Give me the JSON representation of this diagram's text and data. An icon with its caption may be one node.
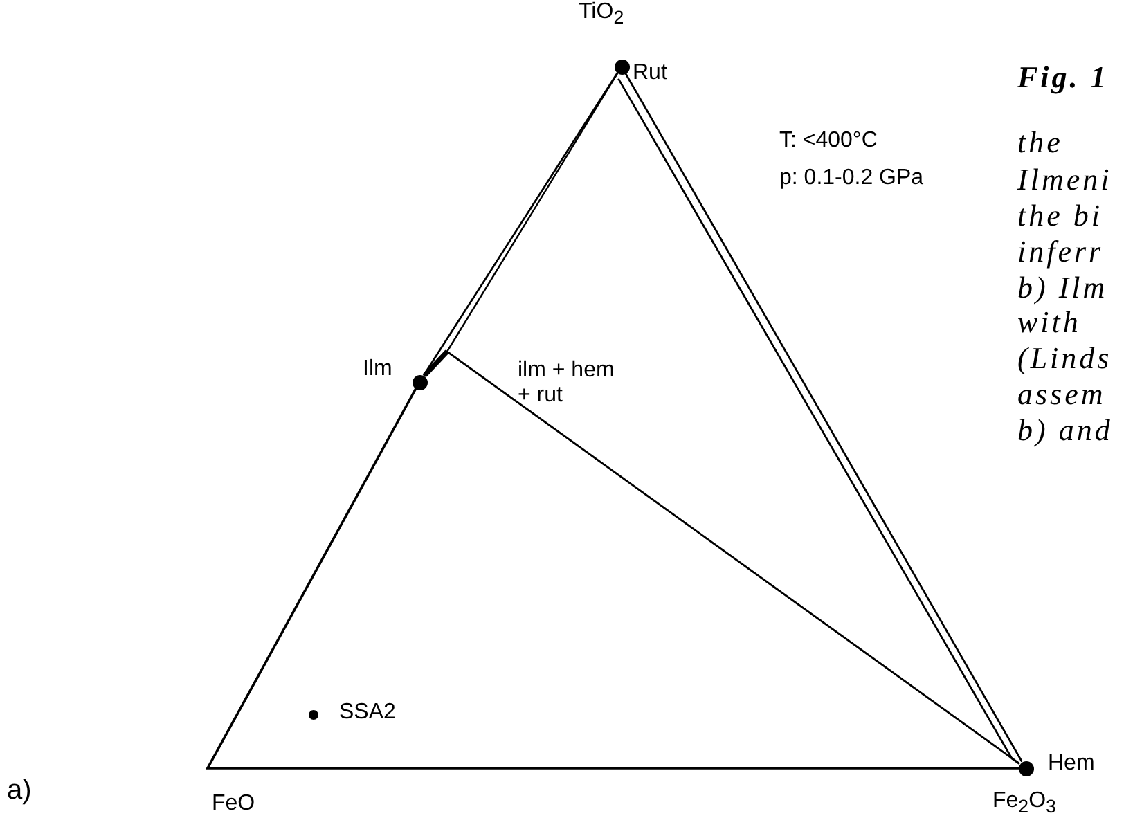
{
  "diagram": {
    "nodes": [
      {
        "text": [],
        "shape": "circle",
        "beside": [
          "TiO$_{2}$",
          "Rut"
        ]
      },
      {
        "text": [],
        "shape": "circle",
        "beside": [
          "Ilm"
        ]
      },
      {
        "text": [],
        "shape": "circle",
        "beside": [
          "Hem",
          "Fe$_{2}$O$_{3}$"
        ]
      }
    ],
    "edges": [
      {
        "from": 0,
        "to": 1,
        "arrow": "none"
      },
      {
        "from": 1,
        "to": 2,
        "arrow": "none"
      },
      {
        "from": 2,
        "to": 0,
        "arrow": "none"
      },
      {
        "from": 0,
        "to": 2,
        "arrow": "none"
      }
    ],
    "labels": [
      "Fig. 1",
      "the",
      "T: <400°C",
      "p: 0.1-0.2 GPa",
      "Ilmeni",
      "the bi",
      "inferr",
      "b) Ilm",
      "ilm + hem + rut",
      "with",
      "(Linds",
      "assem",
      "b) and",
      "SSA2",
      "a)",
      "FeO"
    ]
  }
}
